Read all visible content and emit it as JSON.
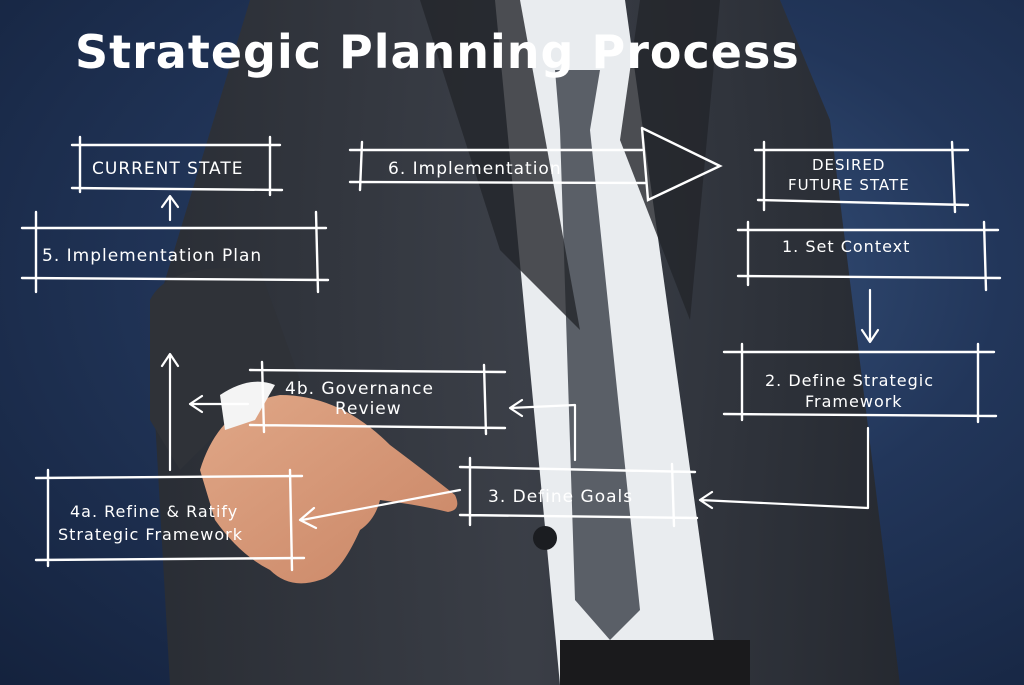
{
  "title": "Strategic Planning Process",
  "steps": {
    "current_state": "CURRENT STATE",
    "desired_future_state_line1": "DESIRED",
    "desired_future_state_line2": "FUTURE STATE",
    "set_context": "1.    Set Context",
    "define_framework_line1": "2. Define Strategic",
    "define_framework_line2": "Framework",
    "define_goals": "3. Define Goals",
    "refine_ratify_line1": "4a. Refine & Ratify",
    "refine_ratify_line2": "Strategic Framework",
    "governance_review_line1": "4b. Governance",
    "governance_review_line2": "Review",
    "implementation_plan": "5. Implementation Plan",
    "implementation": "6. Implementation"
  },
  "colors": {
    "chalk": "#ffffff",
    "background": "#22365a"
  }
}
